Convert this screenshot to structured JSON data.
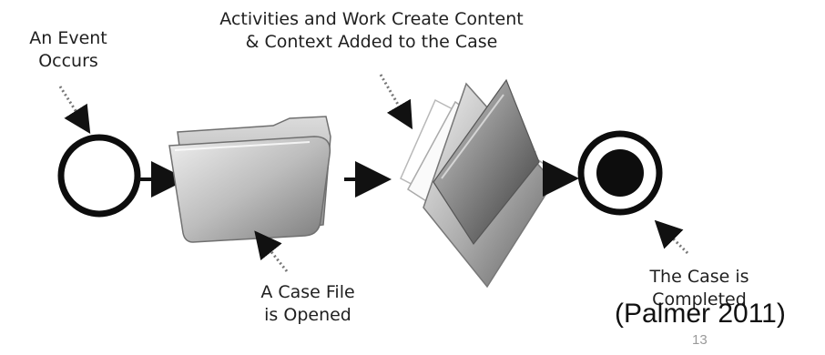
{
  "labels": {
    "event": [
      "An Event",
      "Occurs"
    ],
    "activities": [
      "Activities and Work Create Content",
      "& Context Added to the Case"
    ],
    "case_file": [
      "A Case File",
      "is Opened"
    ],
    "completed": [
      "The  Case is",
      "Completed"
    ]
  },
  "citation": "(Palmer 2011)",
  "page_number": "13",
  "shapes": [
    "start-event-circle",
    "case-folder-icon",
    "documents-icon",
    "end-event-circle"
  ]
}
